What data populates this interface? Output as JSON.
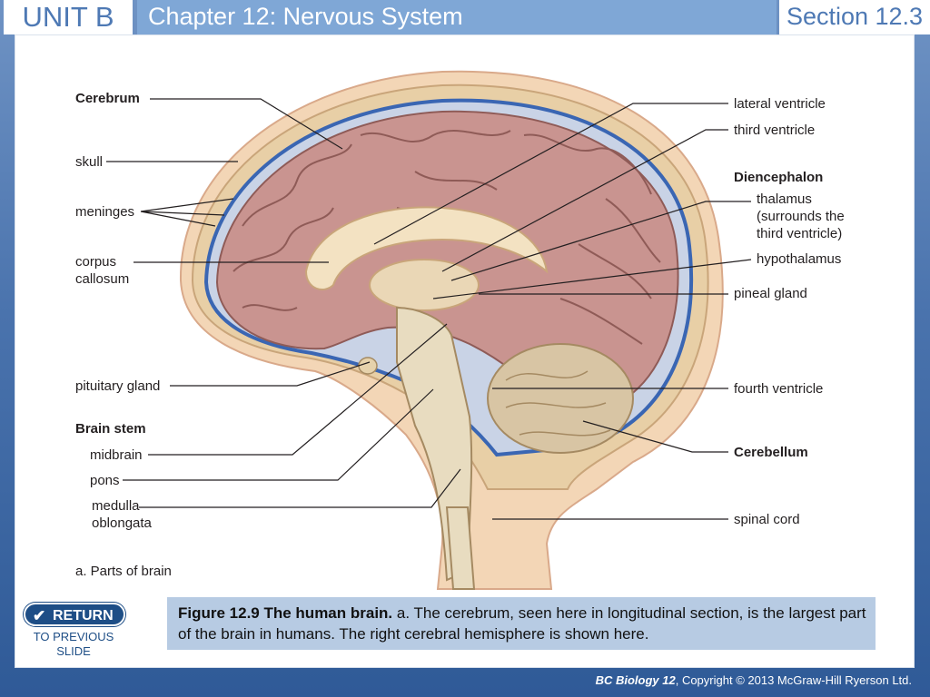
{
  "header": {
    "unit": "UNIT B",
    "chapter": "Chapter 12: Nervous System",
    "section": "Section 12.3"
  },
  "diagram": {
    "labels_left": {
      "cerebrum": "Cerebrum",
      "skull": "skull",
      "meninges": "meninges",
      "corpus_line1": "corpus",
      "corpus_line2": "callosum",
      "pituitary": "pituitary gland",
      "brain_stem": "Brain stem",
      "midbrain": "midbrain",
      "pons": "pons",
      "medulla_line1": "medulla",
      "medulla_line2": "oblongata"
    },
    "labels_right": {
      "lateral_ventricle": "lateral ventricle",
      "third_ventricle": "third ventricle",
      "diencephalon": "Diencephalon",
      "thalamus_line1": "thalamus",
      "thalamus_line2": "(surrounds the",
      "thalamus_line3": "third ventricle)",
      "hypothalamus": "hypothalamus",
      "pineal": "pineal gland",
      "fourth_ventricle": "fourth ventricle",
      "cerebellum": "Cerebellum",
      "spinal_cord": "spinal cord"
    },
    "panel_label": "a. Parts of brain"
  },
  "caption": {
    "bold": "Figure 12.9 The human brain.",
    "text": " a. The cerebrum, seen here in longitudinal section, is the largest part of the brain in humans. The right cerebral hemisphere is shown here."
  },
  "return_button": {
    "label": "RETURN",
    "sub_line1": "TO PREVIOUS",
    "sub_line2": "SLIDE"
  },
  "footer": {
    "brand": "BC Biology 12",
    "copyright": ", Copyright © 2013 McGraw-Hill Ryerson Ltd."
  },
  "colors": {
    "unit_text": "#4e79b4",
    "chapter_bg": "#7fa7d6",
    "caption_bg": "#b7cbe3",
    "return_bg": "#1e4e86"
  }
}
